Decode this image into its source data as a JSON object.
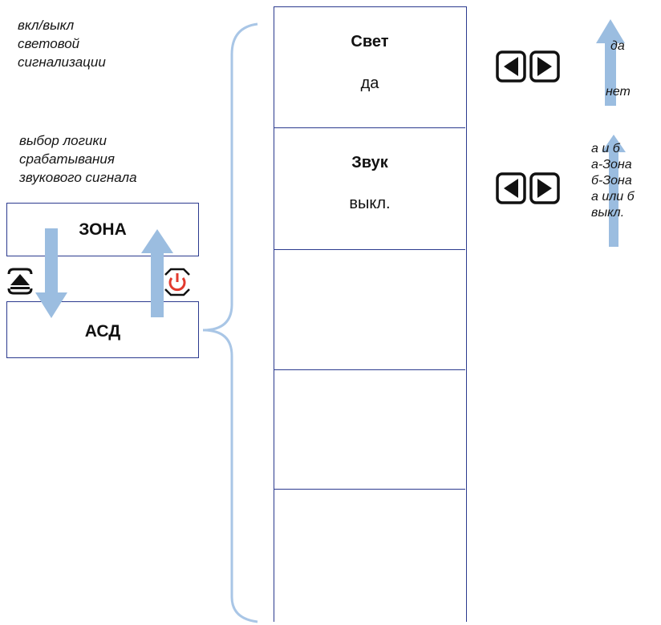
{
  "notes": {
    "light_line1": "вкл/выкл",
    "light_line2": "световой",
    "light_line3": "сигнализации",
    "logic_line1": "выбор логики",
    "logic_line2": "срабатывания",
    "logic_line3": "звукового сигнала"
  },
  "modes": {
    "zone": "ЗОНА",
    "asd": "АСД"
  },
  "menu": {
    "items": [
      {
        "title": "Свет",
        "value": "да"
      },
      {
        "title": "Звук",
        "value": "выкл."
      },
      {
        "title": "",
        "value": ""
      },
      {
        "title": "",
        "value": ""
      },
      {
        "title": "",
        "value": ""
      }
    ]
  },
  "options": {
    "light": [
      "да",
      "нет"
    ],
    "sound": [
      "а и б",
      "а-Зона",
      "б-Зона",
      "а или б",
      "выкл."
    ]
  },
  "colors": {
    "border": "#2b3a8e",
    "arrow": "#9bbde0",
    "brace": "#a9c6e6",
    "power": "#e23a2e"
  },
  "icons": {
    "nav": "left-right-arrows-icon",
    "up_key": "up-triangle-key-icon",
    "power_key": "power-key-icon"
  }
}
